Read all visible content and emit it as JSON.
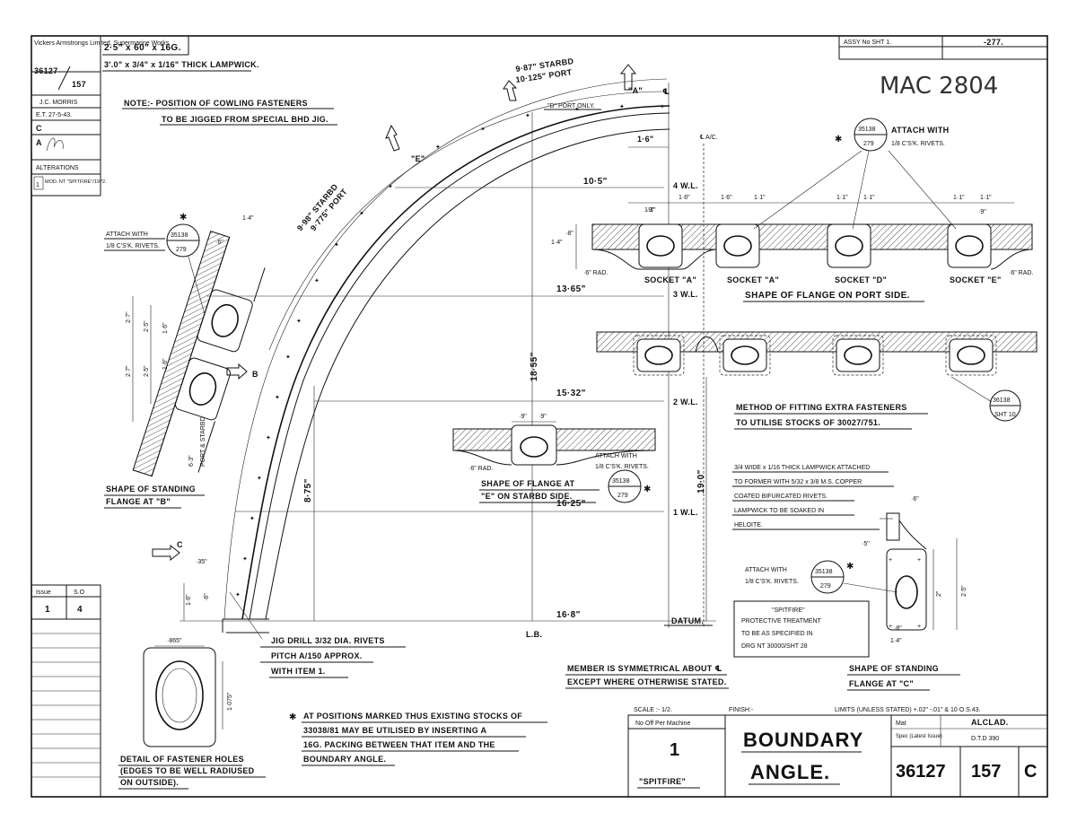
{
  "title_block": {
    "company": "Vickers Armstrongs Limited, Supermarine Works",
    "drawing_no": "36127",
    "sheet": "157",
    "drawn_by": "J.C. MORRIS",
    "date": "E.T. 27-5-43.",
    "checked_label": "C",
    "approved_label": "A",
    "alterations_label": "ALTERATIONS",
    "alteration_issue": "1",
    "alteration_text": "MOD. NT \"SPITFIRE\"/1972.",
    "issue_label": "Issue",
    "so_label": "S.O",
    "issue_value": "1",
    "so_value": "4",
    "mat_label": "Mat",
    "mat_value": "ALCLAD.",
    "spec_label": "Spec (Latest Issue)",
    "spec_value": "D.T.D 390",
    "part_title_1": "BOUNDARY",
    "part_title_2": "ANGLE.",
    "no_off_label": "No Off Per Machine",
    "no_off_value": "1",
    "machine": "\"SPITFIRE\"",
    "scale": "SCALE :- 1/2.",
    "finish": "FINISH:-",
    "limits": "LIMITS (UNLESS STATED) +.02\" -.01\" & 10 O.S.43.",
    "number_box": "36127",
    "sheet_box": "157",
    "issue_letter": "C",
    "handwritten": "MAC 2804",
    "assy_label": "ASSY No SHT 1.",
    "top_right_no": "-277."
  },
  "notes": {
    "material_1": "2·5\" x 60\" x 16G.",
    "material_2": "3'.0\" x 3/4\" x 1/16\" THICK LAMPWICK.",
    "cowling_1": "NOTE:- POSITION OF COWLING FASTENERS",
    "cowling_2": "TO BE JIGGED FROM SPECIAL BHD JIG.",
    "symmetrical_1": "MEMBER IS SYMMETRICAL ABOUT ℄",
    "symmetrical_2": "EXCEPT WHERE OTHERWISE STATED.",
    "stocks_1": "AT POSITIONS MARKED THUS EXISTING STOCKS OF",
    "stocks_2": "33038/81 MAY BE UTILISED BY INSERTING A",
    "stocks_3": "16G. PACKING BETWEEN THAT ITEM AND THE",
    "stocks_4": "BOUNDARY ANGLE.",
    "jig_1": "JIG DRILL 3/32 DIA. RIVETS",
    "jig_2": "PITCH A/150 APPROX.",
    "jig_3": "WITH ITEM 1.",
    "lamp_1": "3/4 WIDE x 1/16 THICK LAMPWICK ATTACHED",
    "lamp_2": "TO FORMER WITH 5/32 x 3/8 M.S. COPPER",
    "lamp_3": "COATED BIFURCATED RIVETS.",
    "lamp_4": "LAMPWICK TO BE SOAKED IN",
    "lamp_5": "HELOITE.",
    "prot_1": "\"SPITFIRE\"",
    "prot_2": "PROTECTIVE TREATMENT",
    "prot_3": "TO BE AS SPECIFIED IN",
    "prot_4": "DRG NT 30000/SHT 28",
    "method_1": "METHOD OF FITTING EXTRA FASTENERS",
    "method_2": "TO UTILISE STOCKS OF 30027/751.",
    "holes_1": "DETAIL OF FASTENER HOLES",
    "holes_2": "(EDGES TO BE WELL RADIUSED",
    "holes_3": "ON OUTSIDE)."
  },
  "views": {
    "flange_b_1": "SHAPE OF STANDING",
    "flange_b_2": "FLANGE AT \"B\"",
    "flange_c_1": "SHAPE OF STANDING",
    "flange_c_2": "FLANGE AT \"C\"",
    "flange_port": "SHAPE OF FLANGE ON PORT SIDE.",
    "flange_e_1": "SHAPE OF FLANGE AT",
    "flange_e_2": "\"E\" ON STARBD SIDE.",
    "socket_a": "SOCKET \"A\"",
    "socket_d": "SOCKET \"D\"",
    "socket_e": "SOCKET \"E\"",
    "attach": "ATTACH WITH",
    "rivets": "1/8 C'S'K. RIVETS.",
    "balloon_top": "35138",
    "balloon_bottom": "279",
    "ref_36138": "36138",
    "ref_sht": "SHT 10"
  },
  "dimensions": {
    "d_105": "10·5\"",
    "d_1365": "13·65\"",
    "d_1532": "15·32\"",
    "d_1625": "16·25\"",
    "d_168": "16·8\"",
    "d_1855": "18·55\"",
    "d_190": "19·0\"",
    "d_875": "8·75\"",
    "wl4": "4 W.L.",
    "wl3": "3 W.L.",
    "wl2": "2 W.L.",
    "wl1": "1 W.L.",
    "datum": "DATUM.",
    "lb": "L.B.",
    "ac": "℄ A/C.",
    "arc_1": "9·87\" STARBD",
    "arc_2": "10·125\" PORT",
    "arc_3": "9·98\" STARBD",
    "arc_4": "9·775\" PORT",
    "d_port": "\"D\" PORT ONLY.",
    "d_16": "1·6\"",
    "d_11": "1·1\"",
    "d_09": "·9\"",
    "d_18": "1·8\"",
    "d_14": "1·4\"",
    "d_08": "·8\"",
    "d_06": "·6\"",
    "d_6rad": "·6\" RAD.",
    "d_27": "2·7\"",
    "d_25": "2·5\"",
    "d_2": "2\"",
    "d_05": "·5\"",
    "d_865": "·865\"",
    "d_1075": "1·075\"",
    "d_35": "·35\"",
    "d_63": "6·3\"",
    "port_starbd": "PORT & STARBD",
    "lbl_a": "\"A\"",
    "lbl_b": "B",
    "lbl_c": "C",
    "lbl_e": "\"E\""
  }
}
